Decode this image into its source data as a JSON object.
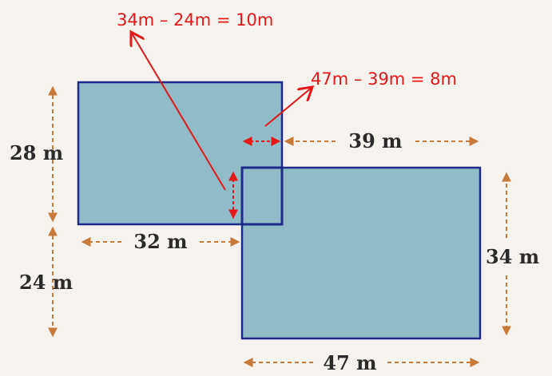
{
  "dimensions": {
    "left_rect_height": "28 m",
    "left_rect_width": "32 m",
    "lower_gap": "24 m",
    "right_rect_height": "34 m",
    "right_rect_width": "47 m",
    "right_rect_offset": "39 m"
  },
  "annotations": {
    "vertical_overlap": "34m – 24m = 10m",
    "horizontal_overlap": "47m – 39m = 8m"
  },
  "colors": {
    "rect_fill": "#8fbcc6",
    "rect_border": "#1e2a8c",
    "annotation": "#e41818",
    "dimension_arrow": "#c87a3a"
  }
}
